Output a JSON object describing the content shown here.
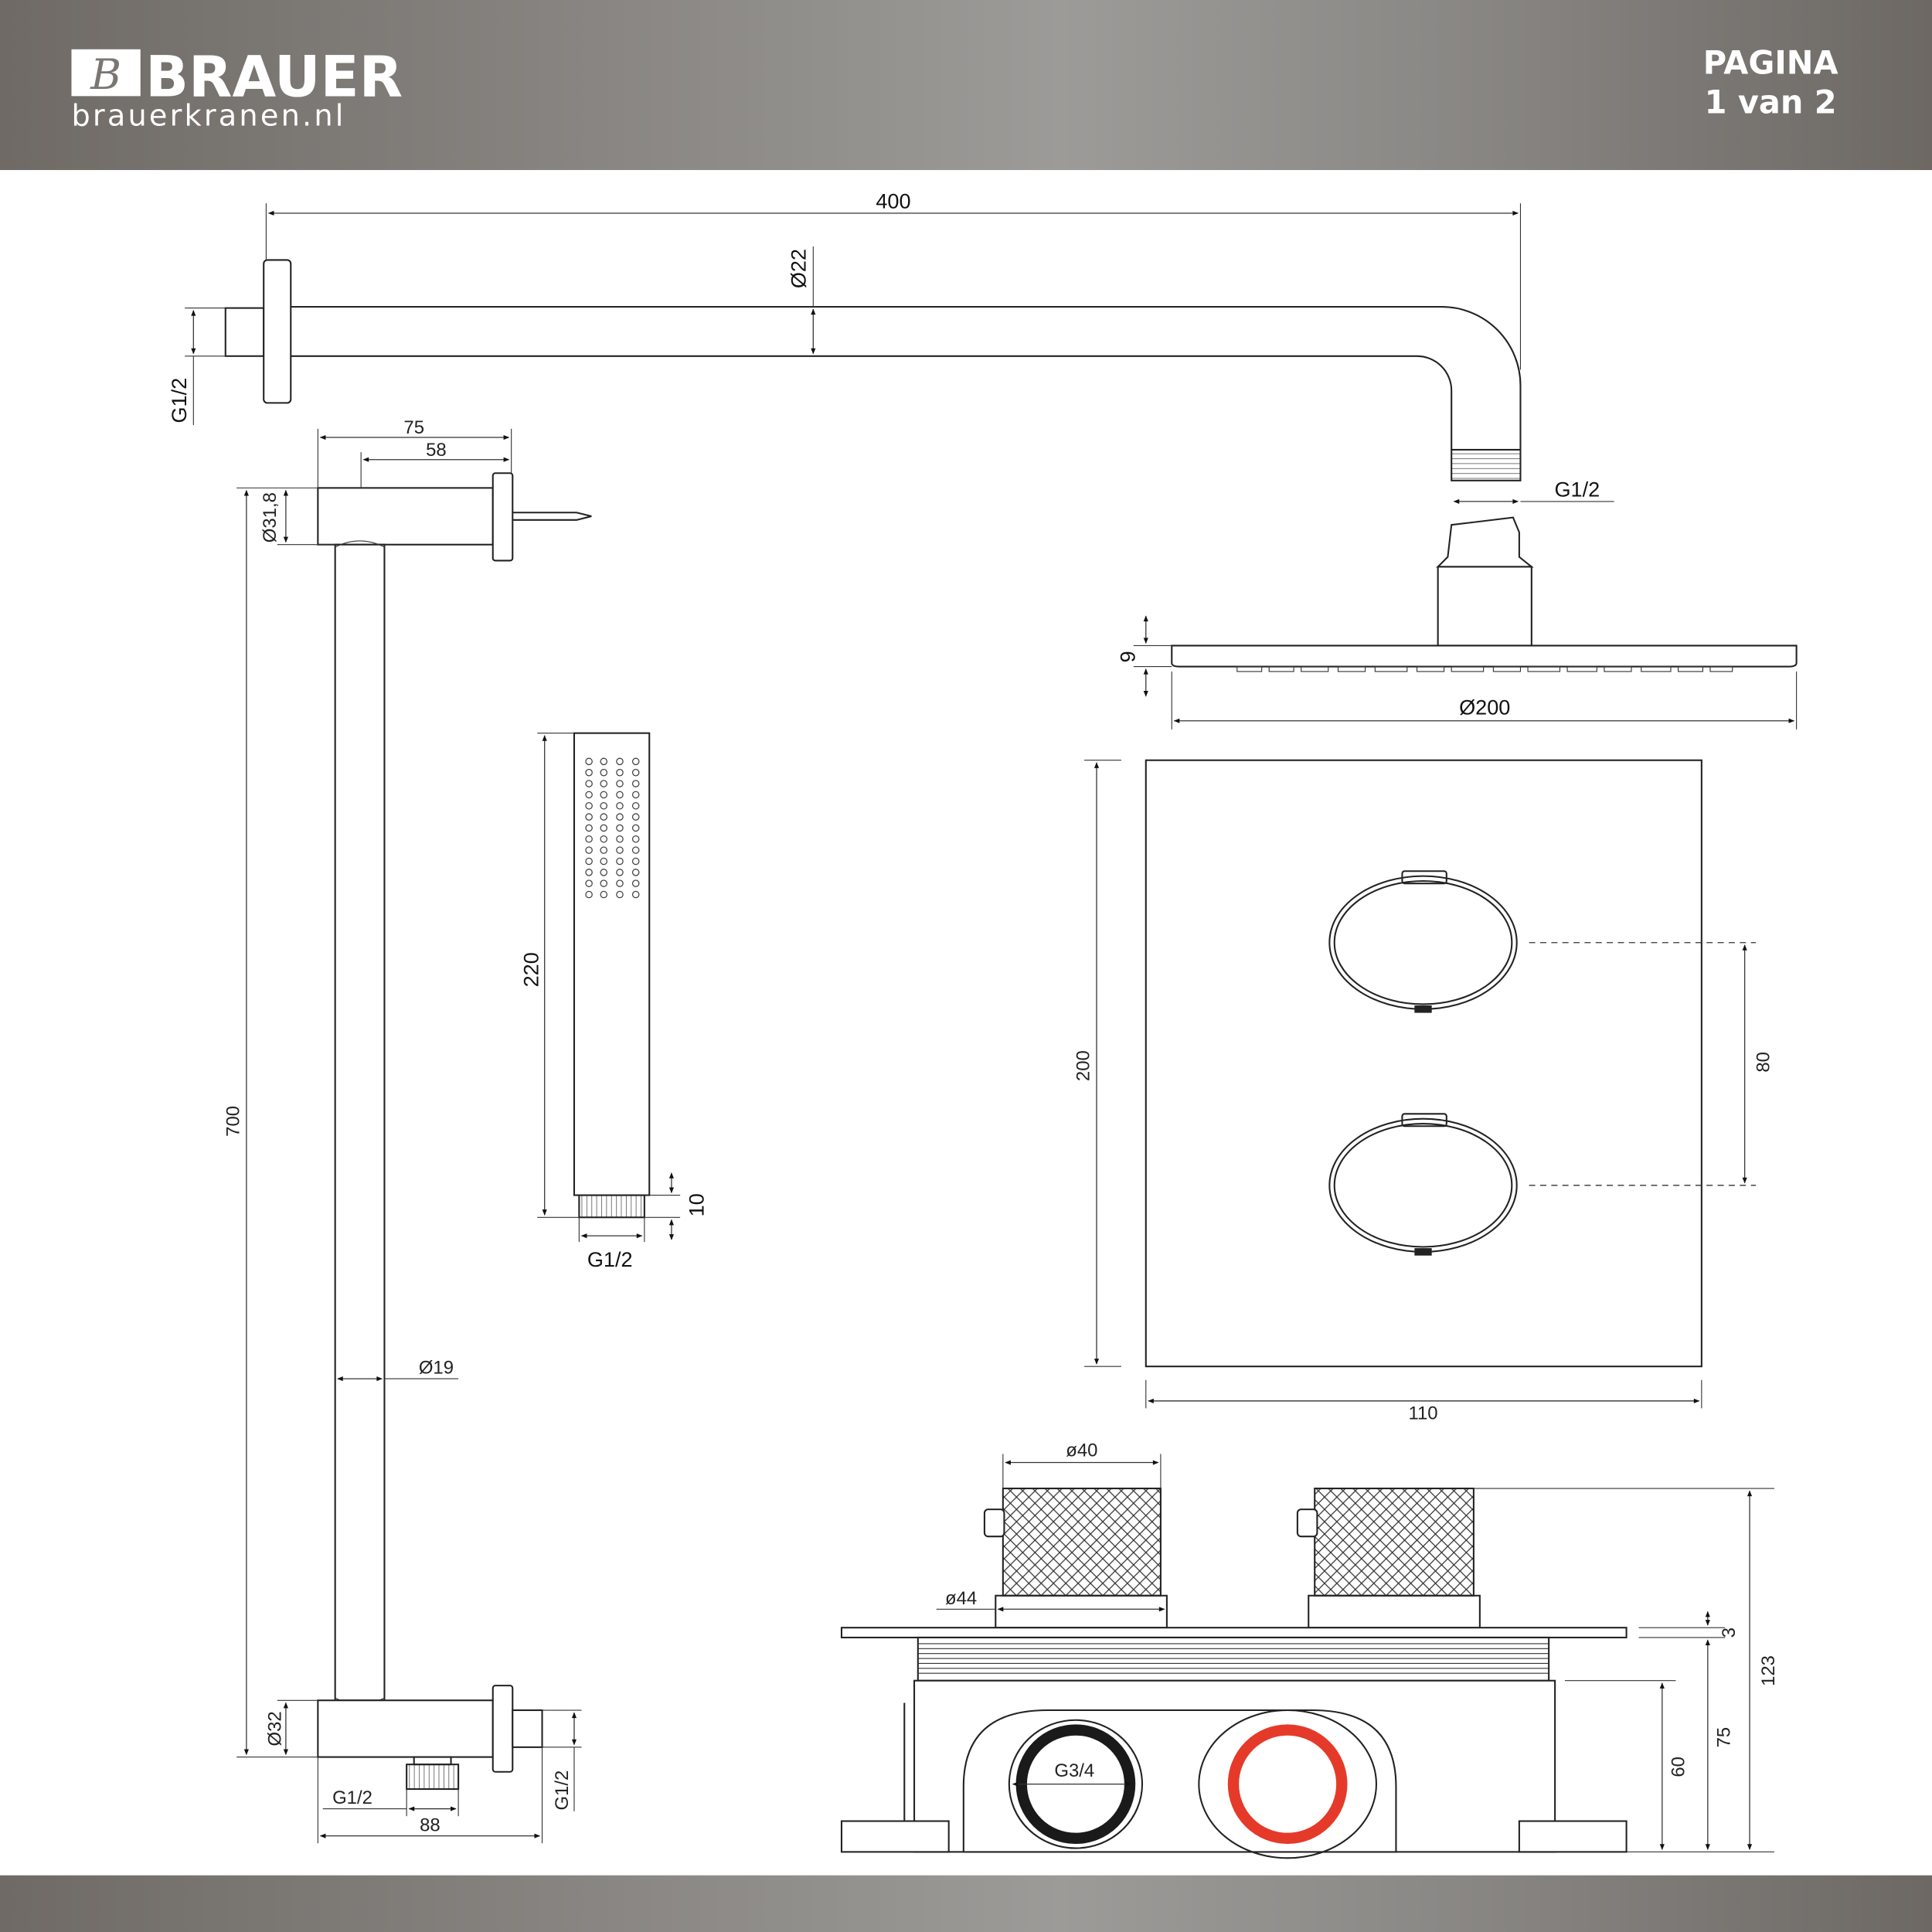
{
  "header": {
    "brand": "BRAUER",
    "website": "brauerkranen.nl",
    "page_label": "PAGINA",
    "page_number": "1 van 2"
  },
  "shower_arm": {
    "length": "400",
    "diameter": "Ø22",
    "wall_thread": "G1/2",
    "head_thread": "G1/2"
  },
  "shower_head": {
    "thickness": "9",
    "diameter": "Ø200"
  },
  "slide_rail": {
    "top_depth": "75",
    "pin_offset": "58",
    "top_diameter": "Ø31,8",
    "height": "700",
    "tube_diameter": "Ø19",
    "bottom_diameter": "Ø32",
    "outlet_thread": "G1/2",
    "bottom_depth": "88",
    "wall_thread": "G1/2"
  },
  "hand_shower": {
    "length": "220",
    "thread_length": "10",
    "thread": "G1/2"
  },
  "cover_plate": {
    "height": "200",
    "knob_spacing": "80",
    "width": "110"
  },
  "valve_body": {
    "knob_diameter": "ø40",
    "rosette_diameter": "ø44",
    "plate_thickness": "3",
    "total_depth": "123",
    "extension_depth": "75",
    "body_depth": "60",
    "connection": "G3/4"
  },
  "colors": {
    "hot": "#e53a2a",
    "cold": "#1a1a1a",
    "header": "#7d7b78"
  }
}
